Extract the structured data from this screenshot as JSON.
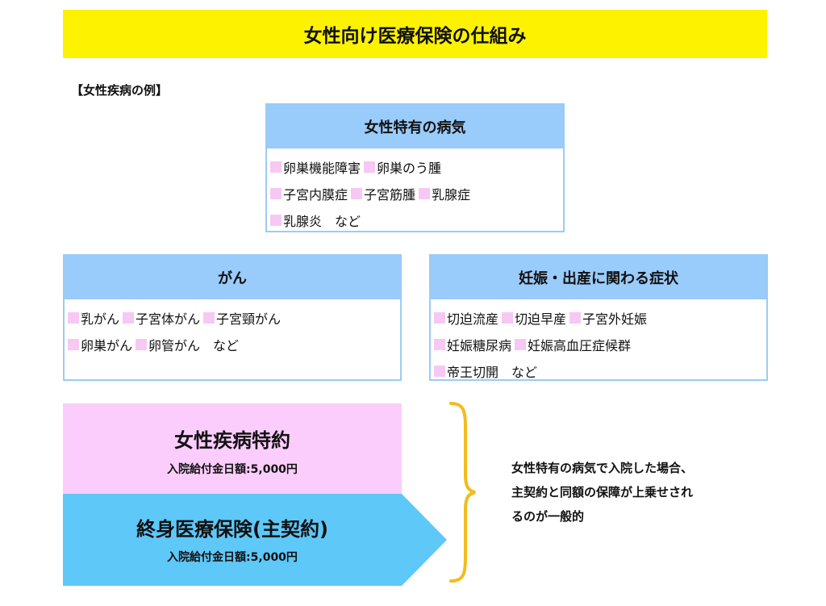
{
  "title": "女性向け医療保険の仕組み",
  "section_label": "【女性疾病の例】",
  "female_specific": {
    "heading": "女性特有の病気",
    "lines": [
      [
        "卵巣機能障害",
        "卵巣のう腫"
      ],
      [
        "子宮内膜症",
        "子宮筋腫",
        "乳腺症"
      ],
      [
        "乳腺炎　など"
      ]
    ]
  },
  "cancer": {
    "heading": "がん",
    "lines": [
      [
        "乳がん",
        "子宮体がん",
        "子宮頸がん"
      ],
      [
        "卵巣がん",
        "卵管がん　など"
      ]
    ]
  },
  "pregnancy": {
    "heading": "妊娠・出産に関わる症状",
    "lines": [
      [
        "切迫流産",
        "切迫早産",
        "子宮外妊娠"
      ],
      [
        "妊娠糖尿病",
        "妊娠高血圧症候群"
      ],
      [
        "帝王切開　など"
      ]
    ]
  },
  "rider": {
    "title": "女性疾病特約",
    "benefit": "入院給付金日額:5,000円"
  },
  "main_insurance": {
    "title": "終身医療保険(主契約)",
    "benefit": "入院給付金日額:5,000円"
  },
  "note": [
    "女性特有の病気で入院した場合、",
    "主契約と同額の保障が上乗せされ",
    "るのが一般的"
  ],
  "colors": {
    "banner": "#fdf200",
    "box_header": "#99cbfb",
    "box_border": "#9ccbf4",
    "bullet": "#f7c8f4",
    "rider": "#fbcdfc",
    "main": "#5ec8f8",
    "brace": "#f2bc1b"
  }
}
